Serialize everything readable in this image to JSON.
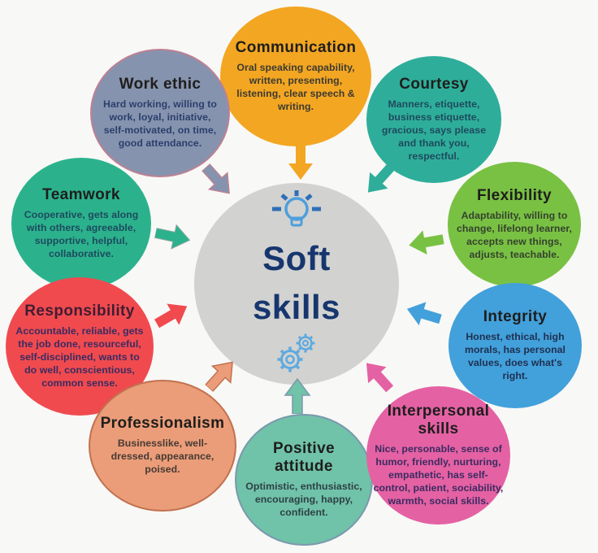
{
  "diagram_title": "Soft skills",
  "background": "#f8f8f6",
  "center": {
    "line1": "Soft",
    "line2": "skills",
    "color": "#d2d2d0",
    "text_color": "#16366e",
    "icon_color": "#4d9fdc",
    "icons": [
      "lightbulb-idea-icon",
      "gears-icon"
    ]
  },
  "nodes": [
    {
      "id": "communication",
      "title": "Communication",
      "description": "Oral speaking capability, written, presenting, listening, clear speech & writing.",
      "color": "#F3A622",
      "arrow_direction": "down-toward-center"
    },
    {
      "id": "work-ethic",
      "title": "Work ethic",
      "description": "Hard working, willing to work, loyal, initiative, self-motivated, on time, good attendance.",
      "color": "#8693AE",
      "arrow_direction": "down-right-toward-center"
    },
    {
      "id": "courtesy",
      "title": "Courtesy",
      "description": "Manners, etiquette, business etiquette, gracious, says please and thank you, respectful.",
      "color": "#2EAE9A",
      "arrow_direction": "down-left-toward-center"
    },
    {
      "id": "teamwork",
      "title": "Teamwork",
      "description": "Cooperative, gets along with others, agreeable, supportive, helpful, collaborative.",
      "color": "#2BB28D",
      "arrow_direction": "right-toward-center"
    },
    {
      "id": "flexibility",
      "title": "Flexibility",
      "description": "Adaptability, willing to change, lifelong learner, accepts new things, adjusts, teachable.",
      "color": "#79C143",
      "arrow_direction": "left-toward-center"
    },
    {
      "id": "responsibility",
      "title": "Responsibility",
      "description": "Accountable, reliable, gets the job done, resourceful, self-disciplined, wants to do well, conscientious, common sense.",
      "color": "#F04A4F",
      "arrow_direction": "up-right-toward-center"
    },
    {
      "id": "integrity",
      "title": "Integrity",
      "description": "Honest, ethical, high morals, has personal values, does what's right.",
      "color": "#42A0DB",
      "arrow_direction": "up-left-toward-center"
    },
    {
      "id": "professionalism",
      "title": "Professionalism",
      "description": "Businesslike, well-dressed, appearance, poised.",
      "color": "#EB9D79",
      "arrow_direction": "up-right-toward-center"
    },
    {
      "id": "positive-attitude",
      "title": "Positive attitude",
      "description": "Optimistic, enthusiastic, encouraging, happy, confident.",
      "color": "#70C2A8",
      "arrow_direction": "up-toward-center"
    },
    {
      "id": "interpersonal-skills",
      "title": "Interpersonal skills",
      "description": "Nice, personable, sense of humor, friendly, nurturing, empathetic, has self-control, patient, sociability, warmth, social skills.",
      "color": "#E461A4",
      "arrow_direction": "up-left-toward-center"
    }
  ]
}
